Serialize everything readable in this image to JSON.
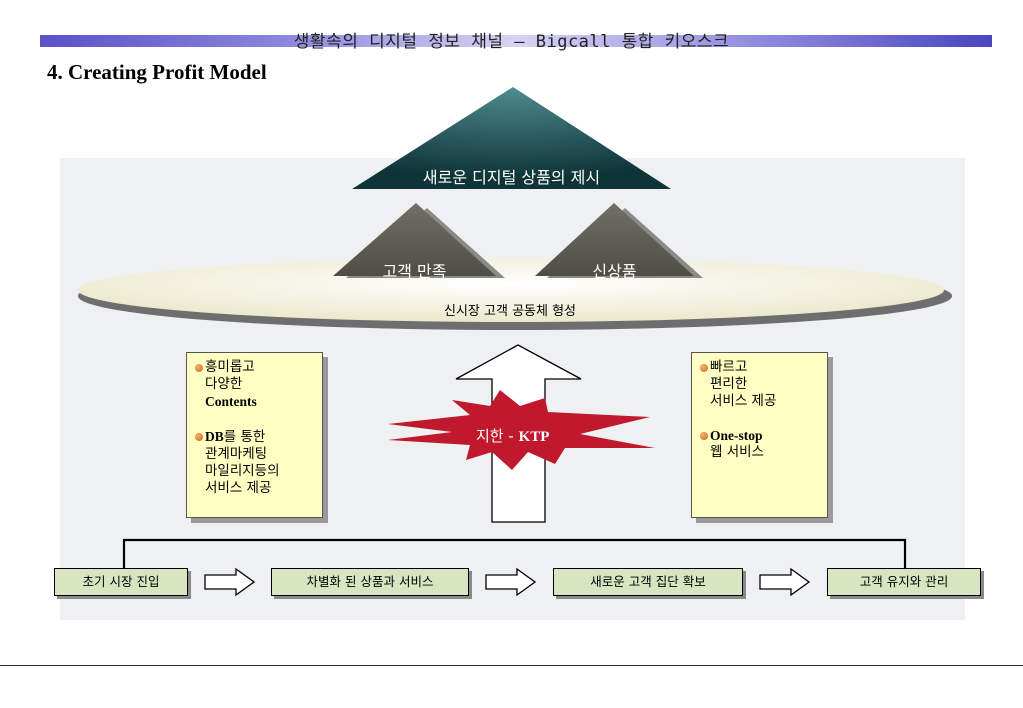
{
  "header": {
    "title": "생활속의 디지털 정보 채널 – Bigcall 통합 키오스크",
    "bar_colors": [
      "#5a52c8",
      "#d6d3f3",
      "#4a44c0"
    ]
  },
  "section_title": "4. Creating Profit Model",
  "pyramid": {
    "top_label": "새로운 디지털 상품의 제시",
    "left_label": "고객 만족",
    "right_label": "신상품",
    "top_color": "#1f5a60",
    "small_color": "#5f5f55"
  },
  "community": {
    "label": "신시장 고객 공동체 형성",
    "color": "#f3f0dc"
  },
  "left_note": {
    "b1_line1": "흥미롭고",
    "b1_line2": "다양한",
    "b1_line3": "Contents",
    "b2_line1_bold": "DB",
    "b2_line1_rest": "를 통한",
    "b2_line2": "관계마케팅",
    "b2_line3": "마일리지등의",
    "b2_line4": "서비스 제공"
  },
  "right_note": {
    "b1_line1": "빠르고",
    "b1_line2": "편리한",
    "b1_line3": "서비스 제공",
    "b2_line1": "One-stop",
    "b2_line2": "웹 서비스"
  },
  "burst": {
    "label_prefix": "지한 - ",
    "label_bold": "KTP",
    "color": "#c0182c"
  },
  "steps": [
    {
      "label": "초기 시장 진입"
    },
    {
      "label": "차별화 된 상품과 서비스"
    },
    {
      "label": "새로운 고객 집단 확보"
    },
    {
      "label": "고객 유지와 관리"
    }
  ],
  "step_color": "#d7e5c1"
}
